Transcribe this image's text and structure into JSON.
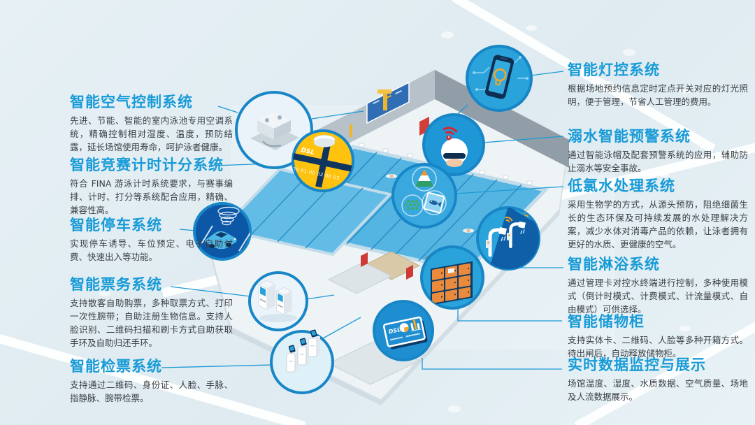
{
  "palette": {
    "background": "#e3eef3",
    "accent_blue": "#189bd7",
    "body_text": "#3a4045",
    "bubble_ring": "#1886c6",
    "bubble_fill": "#2aa2da",
    "parking_navy": "#0d57a7",
    "scoreboard_yellow": "#ffc20e",
    "locker_orange": "#e98a3c",
    "pool_water": "#54b5e2",
    "alert_red": "#d8262c",
    "signal_orange": "#f5a623"
  },
  "left_panels": [
    {
      "title": "智能空气控制系统",
      "desc": "先进、节能、智能的室内泳池专用空调系统，精确控制相对湿度、温度，预防结露，延长场馆使用寿命，呵护泳者健康。"
    },
    {
      "title": "智能竞赛计时计分系统",
      "desc": "符合 FINA 游泳计时系统要求，与赛事编排、计时、打分等系统配合应用，精确、兼容性高。"
    },
    {
      "title": "智能停车系统",
      "desc": "实现停车诱导、车位预定、电子自助付费、快速出入等功能。"
    },
    {
      "title": "智能票务系统",
      "desc": "支持散客自助购票，多种取票方式、打印一次性腕带；自助注册生物信息。支持人脸识别、二维码扫描和刷卡方式自助获取手环及自助归还手环。"
    },
    {
      "title": "智能检票系统",
      "desc": "支持通过二维码、身份证、人脸、手脉、指静脉、腕带检票。"
    }
  ],
  "right_panels": [
    {
      "title": "智能灯控系统",
      "desc": "根据场地预约信息定时定点开关对应的灯光照明，便于管理，节省人工管理的费用。"
    },
    {
      "title": "溺水智能预警系统",
      "desc": "通过智能泳帽及配套预警系统的应用，辅助防止溺水等安全事故。"
    },
    {
      "title": "低氯水处理系统",
      "desc": "采用生物学的方式，从源头预防，阻绝细菌生长的生态环保及可持续发展的水处理解决方案，减少水体对消毒产品的依赖，让泳者拥有更好的水质、更健康的空气。"
    },
    {
      "title": "智能淋浴系统",
      "desc": "通过管理卡对控水终端进行控制，多种使用模式（倒计时模式、计费模式、计流量模式、自由模式）可供选择。"
    },
    {
      "title": "智能储物柜",
      "desc": "支持实体卡、二维码、人脸等多种开箱方式。待出闸后，自动释放储物柜。"
    },
    {
      "title": "实时数据监控与展示",
      "desc": "场馆温度、湿度、水质数据、空气质量、场地及人流数据展示。"
    }
  ],
  "illustration": {
    "scoreboard_brand": "DSL",
    "display_brand": "DSL",
    "scoreboard_digits": "00 01 00 02 00 03",
    "bubble_icons": [
      "air-handling-unit-icon",
      "timing-scoreboard-icon",
      "smart-swim-cap-alert-icon",
      "eco-water-treatment-icon",
      "parking-sensor-car-icon",
      "phone-light-control-icon",
      "smart-shower-icon",
      "smart-locker-icon",
      "data-display-board-icon",
      "ticket-kiosk-icon",
      "turnstile-gate-icon"
    ]
  }
}
